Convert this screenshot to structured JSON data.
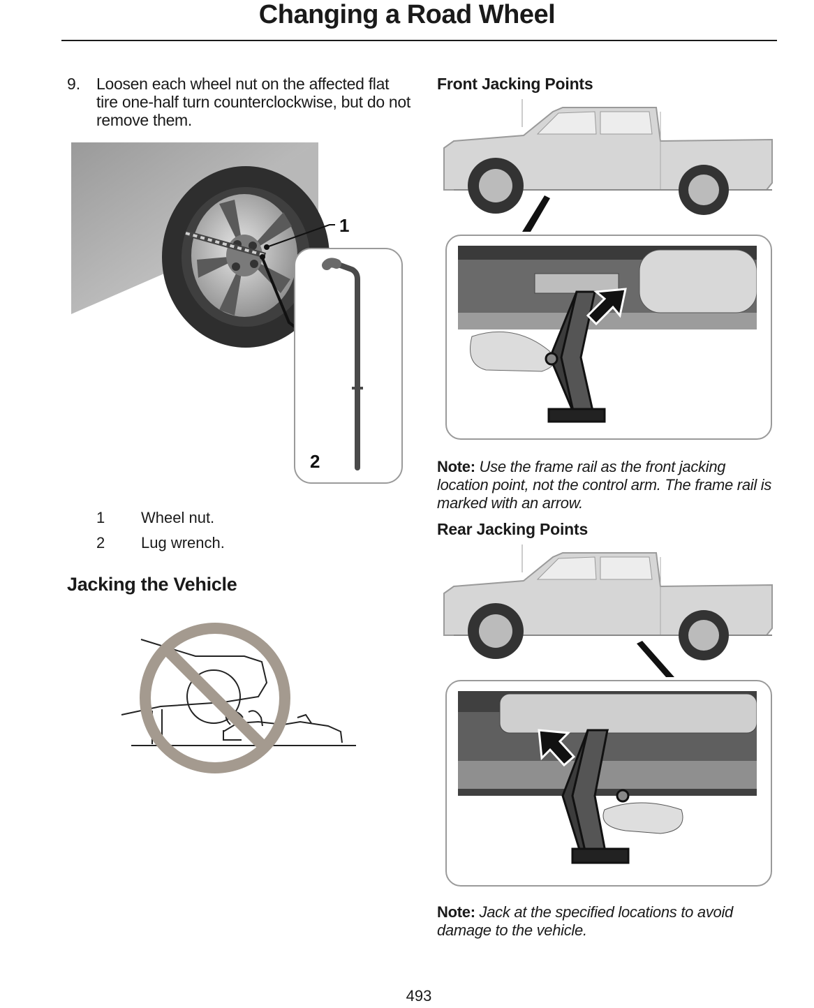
{
  "page": {
    "title": "Changing a Road Wheel",
    "page_number": "493"
  },
  "step": {
    "number": "9.",
    "text": "Loosen each wheel nut on the affected flat tire one-half turn counterclockwise, but do not remove them."
  },
  "figure_wheel": {
    "callout_1": "1",
    "callout_2": "2"
  },
  "legend": [
    {
      "num": "1",
      "label": "Wheel nut."
    },
    {
      "num": "2",
      "label": "Lug wrench."
    }
  ],
  "jacking_heading": "Jacking the Vehicle",
  "front": {
    "heading": "Front Jacking Points",
    "note_label": "Note:",
    "note_text": "Use the frame rail as the front jacking location point, not the control arm. The frame rail is marked with an arrow."
  },
  "rear": {
    "heading": "Rear Jacking Points",
    "note_label": "Note:",
    "note_text": "Jack at the specified locations to avoid damage to the vehicle."
  },
  "colors": {
    "prohibition": "#a49a8f",
    "text": "#1a1a1a",
    "box_border": "#9a9a9a"
  }
}
